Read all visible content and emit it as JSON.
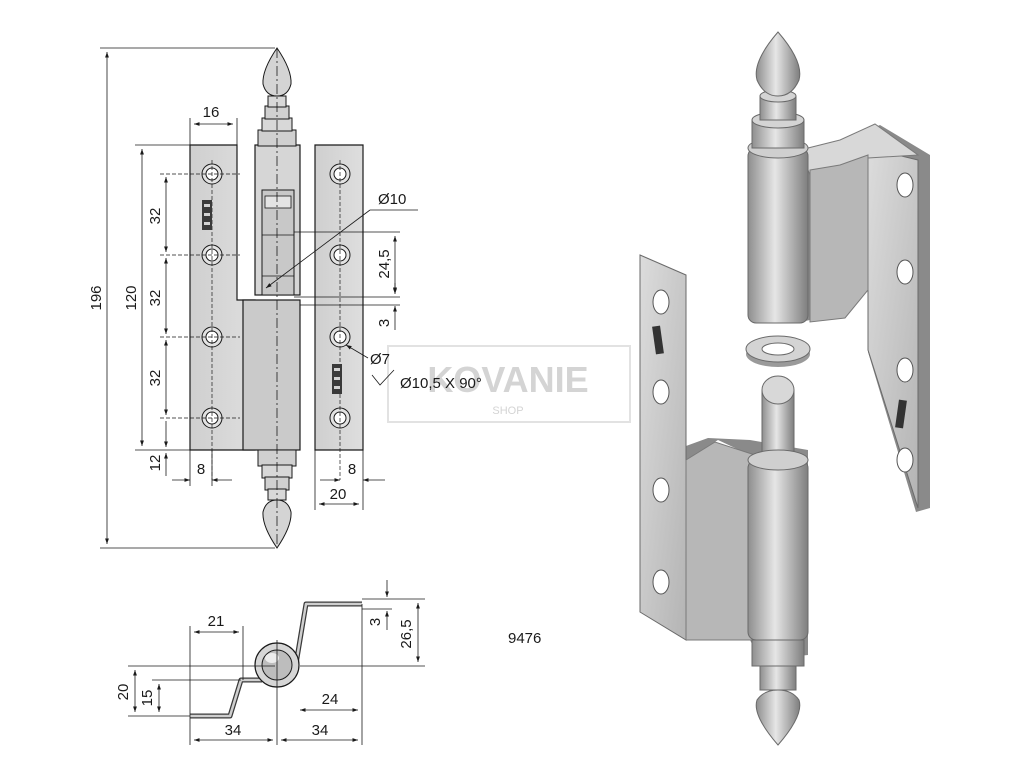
{
  "part_number": "9476",
  "watermark": {
    "brand": "KOVANIE",
    "sub": "SHOP"
  },
  "front_view": {
    "overall_height": "196",
    "hole_span": "120",
    "hole_pitch_1": "32",
    "hole_pitch_2": "32",
    "hole_pitch_3": "32",
    "bottom_offset": "12",
    "leaf_width_top": "16",
    "hole_offset_left": "8",
    "hole_offset_right": "8",
    "leaf_width_right": "20",
    "pin_diameter": "Ø10",
    "pin_length": "24,5",
    "washer_thickness": "3",
    "hole_diameter": "Ø7",
    "countersink": "Ø10,5 X 90°"
  },
  "section_view": {
    "width_21": "21",
    "width_24": "24",
    "width_34_left": "34",
    "width_34_right": "34",
    "height_20": "20",
    "height_15": "15",
    "height_26_5": "26,5",
    "thickness_3": "3"
  },
  "colors": {
    "line": "#1a1a1a",
    "plate": "#d2d2d2",
    "plate_dark": "#9c9c9c",
    "render": "#bfbfbf"
  }
}
